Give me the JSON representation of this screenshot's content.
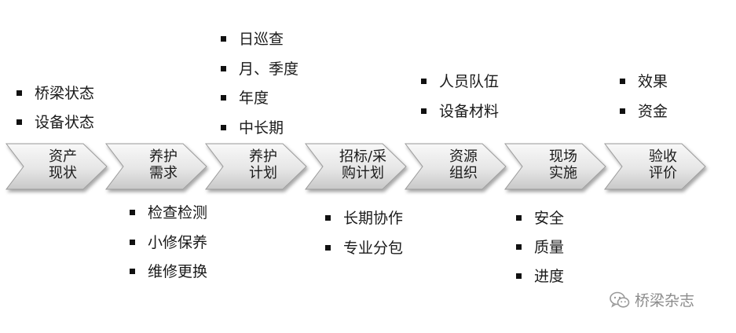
{
  "steps": [
    {
      "line1": "资产",
      "line2": "现状"
    },
    {
      "line1": "养护",
      "line2": "需求"
    },
    {
      "line1": "养护",
      "line2": "计划"
    },
    {
      "line1": "招标/采",
      "line2": "购计划"
    },
    {
      "line1": "资源",
      "line2": "组织"
    },
    {
      "line1": "现场",
      "line2": "实施"
    },
    {
      "line1": "验收",
      "line2": "评价"
    }
  ],
  "above": {
    "bridge": [
      "桥梁状态",
      "设备状态"
    ],
    "plan": [
      "日巡查",
      "月、季度",
      "年度",
      "中长期"
    ],
    "resource": [
      "人员队伍",
      "设备材料"
    ],
    "evaluation": [
      "效果",
      "资金"
    ]
  },
  "below": {
    "demand": [
      "检查检测",
      "小修保养",
      "维修更换"
    ],
    "contract": [
      "长期协作",
      "专业分包"
    ],
    "implementation": [
      "安全",
      "质量",
      "进度"
    ]
  },
  "watermark": {
    "text": "桥梁杂志",
    "icon": "wechat-icon"
  },
  "colors": {
    "chevron_fill_top": "#f4f4f4",
    "chevron_fill_bottom": "#d0d0d0",
    "chevron_edge": "#9a9a9a"
  }
}
